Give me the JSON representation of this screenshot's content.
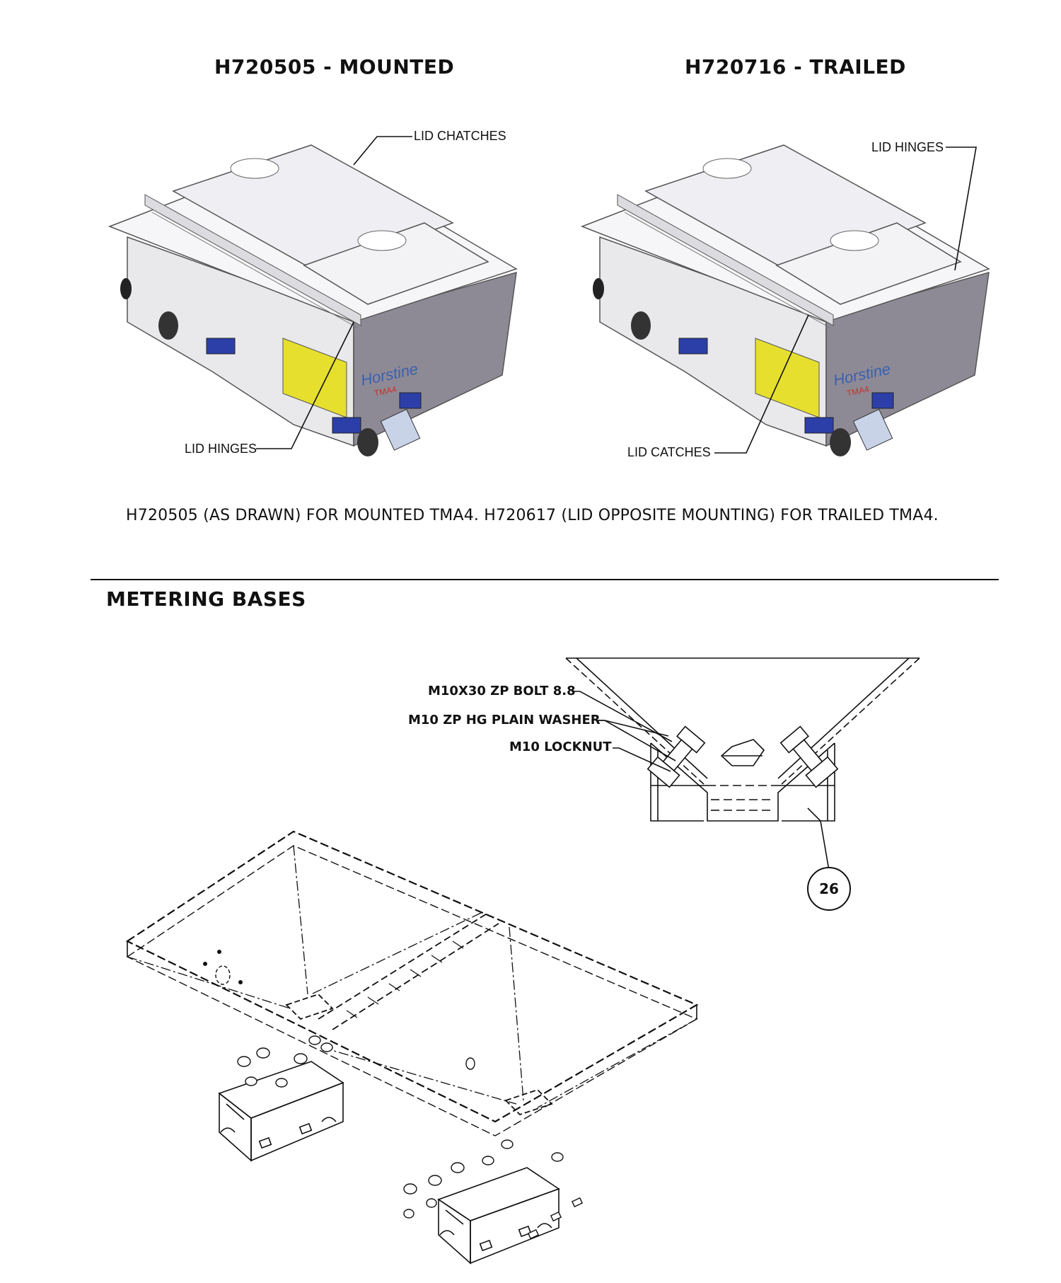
{
  "headings": {
    "mounted": "H720505 - MOUNTED",
    "trailed": "H720716 - TRAILED",
    "section": "METERING BASES"
  },
  "callouts": {
    "mounted_lid_catches": "LID CHATCHES",
    "mounted_lid_hinges": "LID HINGES",
    "trailed_lid_hinges": "LID HINGES",
    "trailed_lid_catches": "LID CATCHES"
  },
  "note": "H720505 (AS DRAWN) FOR MOUNTED TMA4. H720617 (LID OPPOSITE MOUNTING) FOR TRAILED TMA4.",
  "detail_callouts": {
    "bolt": "M10X30 ZP BOLT 8.8",
    "washer": "M10 ZP HG PLAIN WASHER",
    "locknut": "M10 LOCKNUT"
  },
  "balloon": "26",
  "brand": {
    "logo_text": "Horstine",
    "model_text": "TMA4",
    "logo_color": "#3a5fb0",
    "model_color": "#c8302c",
    "body_color": "#8e8a95",
    "lid_color": "#f1f0f3",
    "label_color": "#e6df2e",
    "bracket_color": "#2c3fa8"
  }
}
